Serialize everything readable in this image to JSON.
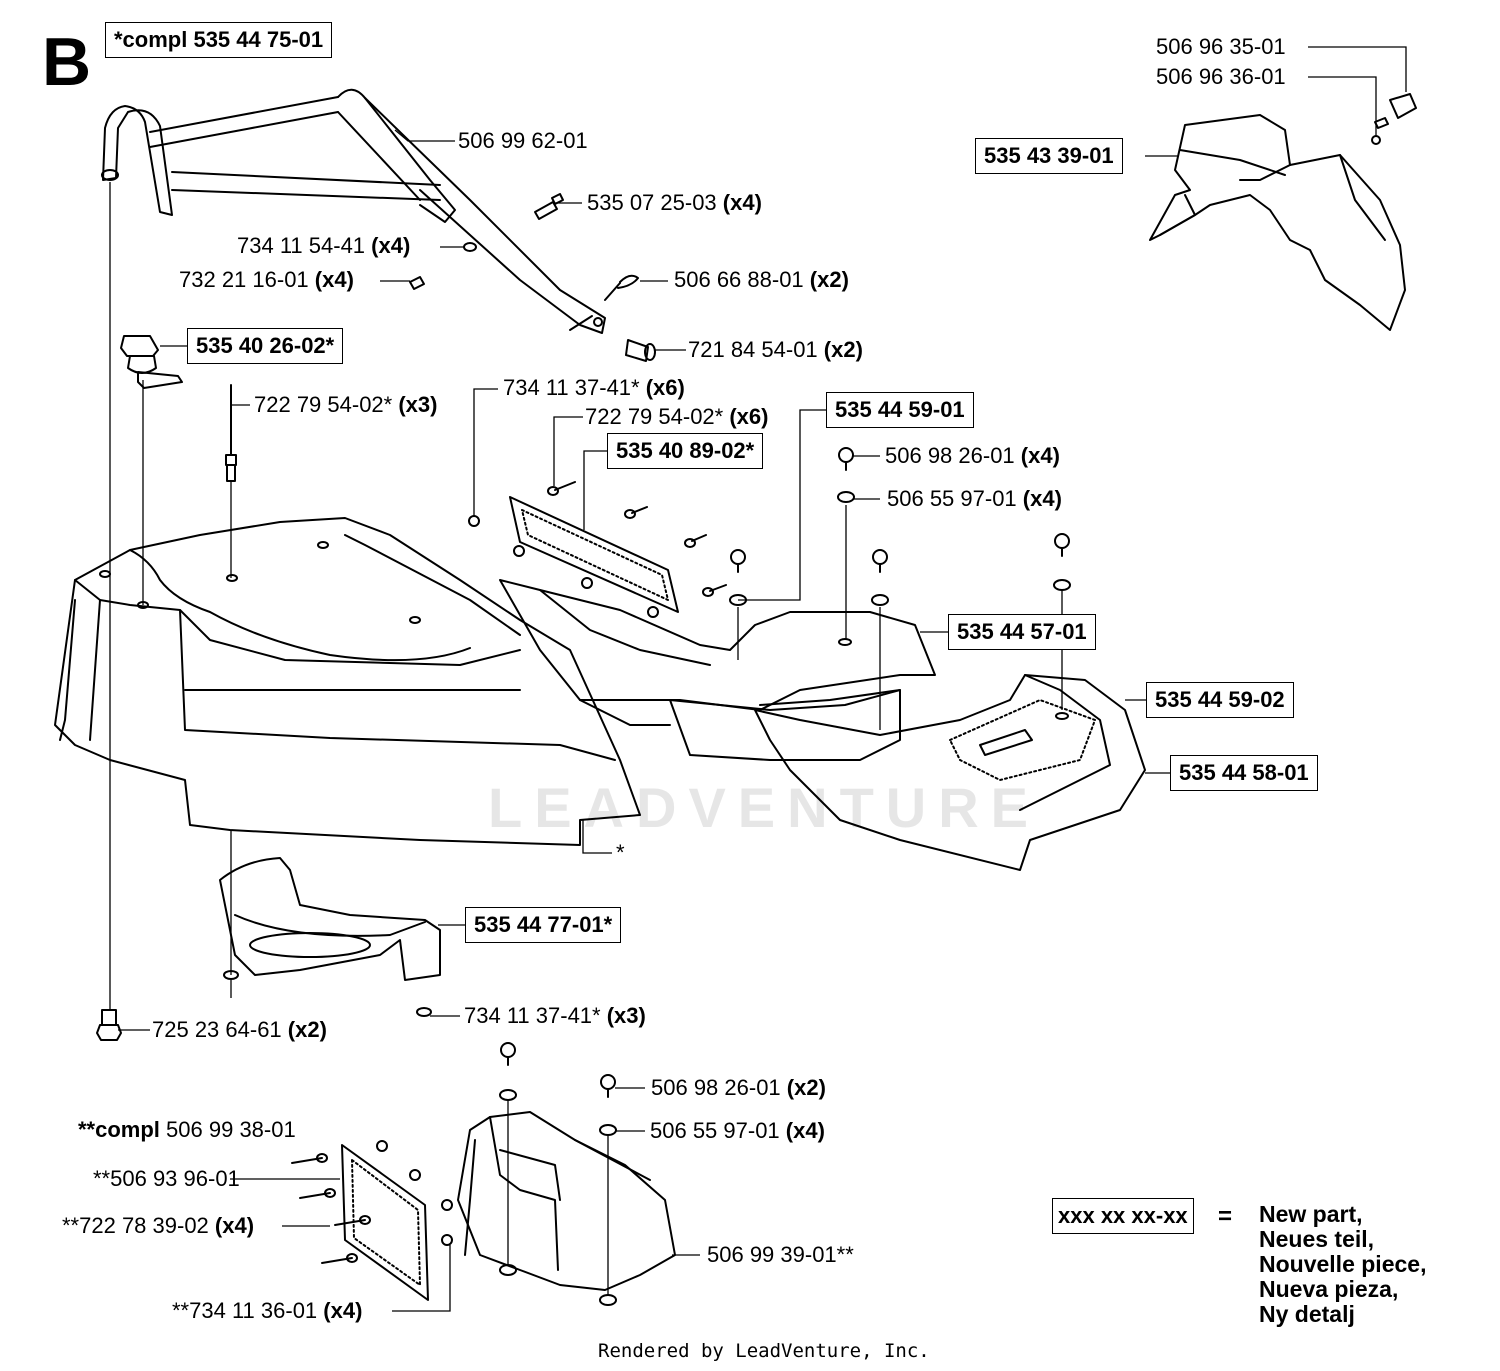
{
  "section_letter": "B",
  "assembly": "*compl 535 44 75-01",
  "parts": {
    "p1": {
      "num": "506 96 35-01",
      "qty": ""
    },
    "p2": {
      "num": "506 96 36-01",
      "qty": ""
    },
    "p3": {
      "num": "535 43 39-01",
      "qty": ""
    },
    "p4": {
      "num": "506 99 62-01",
      "qty": ""
    },
    "p5": {
      "num": "535 07 25-03",
      "qty": "(x4)"
    },
    "p6": {
      "num": "734 11 54-41",
      "qty": "(x4)"
    },
    "p7": {
      "num": "732 21 16-01",
      "qty": "(x4)"
    },
    "p8": {
      "num": "506 66 88-01",
      "qty": "(x2)"
    },
    "p9": {
      "num": "535 40 26-02*",
      "qty": ""
    },
    "p10": {
      "num": "721 84 54-01",
      "qty": "(x2)"
    },
    "p11": {
      "num": "734 11 37-41*",
      "qty": "(x6)"
    },
    "p12": {
      "num": "722 79 54-02*",
      "qty": "(x3)"
    },
    "p13": {
      "num": "722 79 54-02*",
      "qty": "(x6)"
    },
    "p14": {
      "num": "535 44 59-01",
      "qty": ""
    },
    "p15": {
      "num": "535 40 89-02*",
      "qty": ""
    },
    "p16": {
      "num": "506 98 26-01",
      "qty": "(x4)"
    },
    "p17": {
      "num": "506 55 97-01",
      "qty": "(x4)"
    },
    "p18": {
      "num": "535 44 57-01",
      "qty": ""
    },
    "p19": {
      "num": "535 44 59-02",
      "qty": ""
    },
    "p20": {
      "num": "535 44 58-01",
      "qty": ""
    },
    "p21": {
      "num": "*",
      "qty": ""
    },
    "p22": {
      "num": "535 44 77-01*",
      "qty": ""
    },
    "p23": {
      "num": "725 23 64-61",
      "qty": "(x2)"
    },
    "p24": {
      "num": "734 11 37-41*",
      "qty": "(x3)"
    },
    "p25": {
      "num": "506 98 26-01",
      "qty": "(x2)"
    },
    "p26": {
      "num": "506 55 97-01",
      "qty": "(x4)"
    },
    "p27": {
      "prefix": "**compl",
      "num": "506 99 38-01",
      "qty": ""
    },
    "p28": {
      "num": "**506 93 96-01",
      "qty": ""
    },
    "p29": {
      "num": "**722 78 39-02",
      "qty": "(x4)"
    },
    "p30": {
      "num": "506 99 39-01**",
      "qty": ""
    },
    "p31": {
      "num": "**734 11 36-01",
      "qty": "(x4)"
    }
  },
  "legend": {
    "code": "xxx xx xx-xx",
    "equals": "=",
    "lines": [
      "New part,",
      "Neues teil,",
      "Nouvelle piece,",
      "Nueva pieza,",
      "Ny detalj"
    ]
  },
  "watermark": "LEADVENTURE",
  "footer": "Rendered by LeadVenture, Inc."
}
